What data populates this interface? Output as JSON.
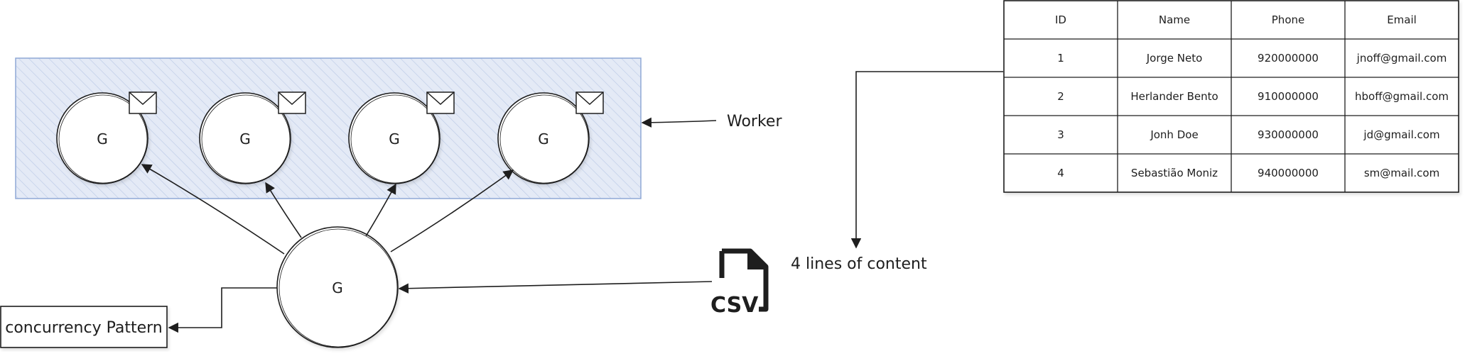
{
  "worker_nodes": [
    "G",
    "G",
    "G",
    "G"
  ],
  "main_node": "G",
  "worker_label": "Worker",
  "pattern_label": "concurrency Pattern",
  "csv_icon_label": "CSV",
  "lines_label": "4 lines of content",
  "table": {
    "headers": [
      "ID",
      "Name",
      "Phone",
      "Email"
    ],
    "rows": [
      [
        "1",
        "Jorge Neto",
        "920000000",
        "jnoff@gmail.com"
      ],
      [
        "2",
        "Herlander Bento",
        "910000000",
        "hboff@gmail.com"
      ],
      [
        "3",
        "Jonh Doe",
        "930000000",
        "jd@gmail.com"
      ],
      [
        "4",
        "Sebastião Moniz",
        "940000000",
        "sm@mail.com"
      ]
    ]
  },
  "colors": {
    "stroke": "#1e1e1e",
    "worker_fill": "#dbe4f3",
    "worker_stroke": "#8fa8d6",
    "background": "#ffffff"
  },
  "icons": [
    "envelope-icon",
    "csv-file-icon"
  ]
}
